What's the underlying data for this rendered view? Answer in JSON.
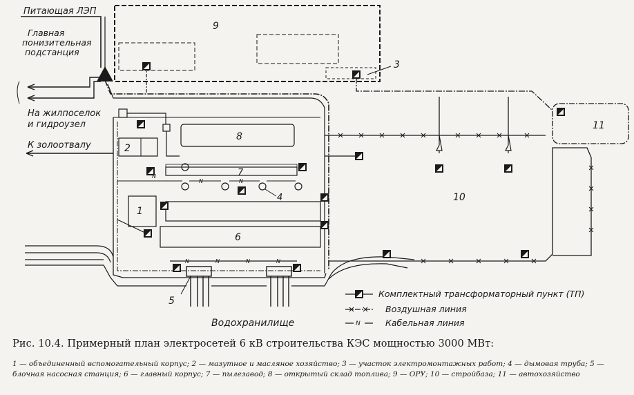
{
  "labels": {
    "power_line": "Питающая ЛЭП",
    "substation_1": "Главная",
    "substation_2": "понизительная",
    "substation_3": "подстанция",
    "to_village_1": "На жилпоселок",
    "to_village_2": "и гидроузел",
    "to_ash": "К золоотвалу",
    "reservoir": "Водохранилище",
    "n_marker": "N"
  },
  "numbers": {
    "n1": "1",
    "n2": "2",
    "n3": "3",
    "n4": "4",
    "n5": "5",
    "n6": "6",
    "n7": "7",
    "n8": "8",
    "n9": "9",
    "n10": "10",
    "n11": "11"
  },
  "legend": [
    {
      "text": "Комплектный трансформаторный пункт (ТП)"
    },
    {
      "text": "Воздушная линия"
    },
    {
      "text": "Кабельная линия"
    }
  ],
  "caption": {
    "title": "Рис. 10.4. Примерный план электросетей 6 кВ строительства КЭС мощностью 3000 МВт:",
    "body": "1 — объединенный вспомогательный корпус; 2 — мазутное и масляное хозяйство; 3 — участок электромонтажных работ; 4 — дымовая труба; 5 — блочная насосная станция; 6 — главный корпус; 7 — пылезавод; 8 — открытый склад топлива; 9 — ОРУ; 10 — стройбаза; 11 — автохозяйство"
  },
  "colors": {
    "ink": "#1a1a1a",
    "paper": "#f4f3ef"
  }
}
